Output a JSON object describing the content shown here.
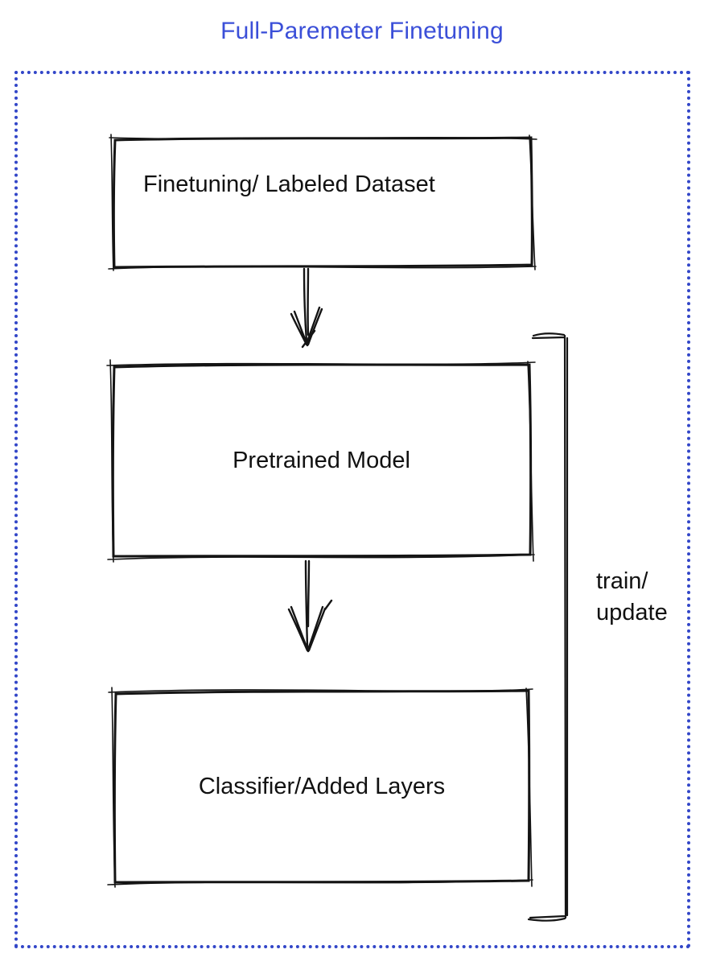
{
  "title": {
    "text": "Full-Paremeter Finetuning",
    "color": "#3B4FD8"
  },
  "frame": {
    "border_color": "#3246C8"
  },
  "boxes": [
    {
      "id": "finetuning-dataset",
      "label": "Finetuning/ Labeled Dataset",
      "fill": "#8A919B"
    },
    {
      "id": "pretrained-model",
      "label": "Pretrained Model",
      "fill": "#4A70E8"
    },
    {
      "id": "classifier-added-layers",
      "label": "Classifier/Added Layers",
      "fill": "#3EBC55"
    }
  ],
  "annotations": {
    "bracket_label_line1": "train/",
    "bracket_label_line2": "update"
  }
}
